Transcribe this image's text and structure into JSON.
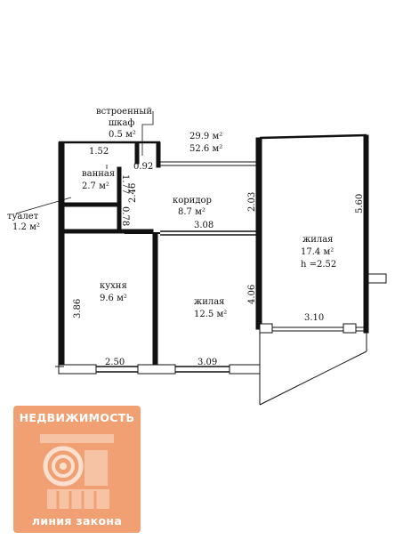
{
  "plan": {
    "header": {
      "closet_label": "встроенный\nшкаф",
      "closet_area": "0.5 м²",
      "living_area": "29.9 м²",
      "total_area": "52.6 м²"
    },
    "rooms": [
      {
        "key": "bath",
        "name": "ванная",
        "area": "2.7 м²"
      },
      {
        "key": "toilet",
        "name": "туалет",
        "area": "1.2 м²"
      },
      {
        "key": "corridor",
        "name": "коридор",
        "area": "8.7 м²"
      },
      {
        "key": "kitchen",
        "name": "кухня",
        "area": "9.6 м²"
      },
      {
        "key": "living1",
        "name": "жилая",
        "area": "12.5 м²"
      },
      {
        "key": "living2",
        "name": "жилая",
        "area": "17.4 м²",
        "height": "h =2.52"
      }
    ],
    "dimensions": [
      "1.52",
      "0.92",
      "1.77",
      "2.46",
      "0.78",
      "2.03",
      "3.08",
      "5.60",
      "4.06",
      "3.86",
      "3.10",
      "2.50",
      "3.09"
    ]
  },
  "logo": {
    "top_text": "НЕДВИЖИМОСТЬ",
    "bottom_text": "линия закона",
    "color": "#f0a072"
  }
}
